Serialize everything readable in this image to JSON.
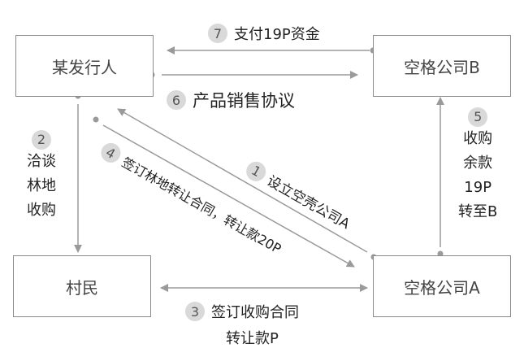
{
  "nodes": {
    "issuer": "某发行人",
    "company_b": "空格公司B",
    "villagers": "村民",
    "company_a": "空格公司A"
  },
  "steps": [
    {
      "num": "1",
      "text": "设立空壳公司A"
    },
    {
      "num": "2",
      "lines": [
        "洽谈",
        "林地",
        "收购"
      ]
    },
    {
      "num": "3",
      "lines": [
        "签订收购合同",
        "转让款P"
      ]
    },
    {
      "num": "4",
      "text": "签订林地转让合同，转让款20P"
    },
    {
      "num": "5",
      "lines": [
        "收购",
        "余款",
        "19P",
        "转至B"
      ]
    },
    {
      "num": "6",
      "text": "产品销售协议"
    },
    {
      "num": "7",
      "text": "支付19P资金"
    }
  ],
  "colors": {
    "line": "#9a9a9a",
    "badge": "#d9d9d9",
    "border": "#8a8a8a"
  }
}
